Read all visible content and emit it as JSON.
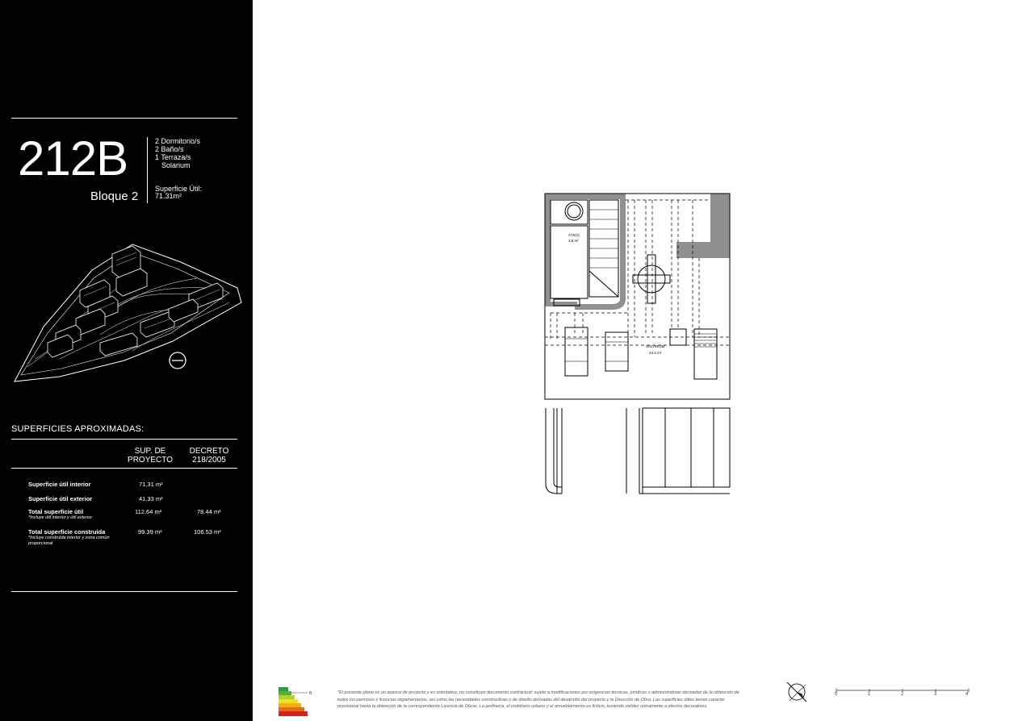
{
  "unit": {
    "code": "212B",
    "block": "Bloque 2",
    "features": [
      "2 Dormitorio/s",
      "2 Baño/s",
      "1 Terraza/s",
      "Solarium"
    ],
    "useful_area_label": "Superficie Útil:",
    "useful_area_value": "71.31m²"
  },
  "surfaces": {
    "heading": "SUPERFICIES APROXIMADAS:",
    "col_project": [
      "SUP. DE",
      "PROYECTO"
    ],
    "col_decree": [
      "DECRETO",
      "218/2005"
    ],
    "rows": [
      {
        "label": "Superficie útil interior",
        "note": "",
        "project": "71.31 m²",
        "decree": ""
      },
      {
        "label": "Superficie útil exterior",
        "note": "",
        "project": "41.33 m²",
        "decree": ""
      },
      {
        "label": "Total superficie útil",
        "note": "*Incluye útil interior y útil exterior",
        "project": "112.64 m²",
        "decree": "78.44 m²"
      },
      {
        "label": "Total superficie construida",
        "note": "*Incluye construida interior y zona común proporcional",
        "project": "99.39 m²",
        "decree": "106.53 m²"
      }
    ]
  },
  "plan": {
    "room_1_name": "ÁTICO",
    "room_1_area": "3.8 m²",
    "room_2_name": "SOLARIUM",
    "room_2_area": "24.4 m²"
  },
  "footer": {
    "energy_label": "B",
    "disclaimer": "*El presente plano es un avance de proyecto y es orientativo, no constituye documento contractual; sujeto a modificaciones por exigencias técnicas, jurídicas o administrativas derivadas de la obtención de todos los permisos y licencias reglamentarios, así como las necesidades constructivas o de diseño derivadas del desarrollo del proyecto y la Dirección de Obra. Las superficies útiles tienen carácter provisional hasta la obtención de la correspondiente Licencia de Obras. La jardinería, el mobiliario urbano y el amueblamiento es ficticio, teniendo validez únicamente a efectos decorativos.",
    "scale_labels": [
      "0",
      "1",
      "2",
      "3",
      "4"
    ]
  },
  "colors": {
    "sidebar": "#000000",
    "background": "#ffffff",
    "wall_fill": "#909090",
    "energy": [
      "#2e9a3a",
      "#56b03a",
      "#b8cf2e",
      "#f2e01c",
      "#f2ac1c",
      "#e66a1c",
      "#d42020"
    ]
  }
}
